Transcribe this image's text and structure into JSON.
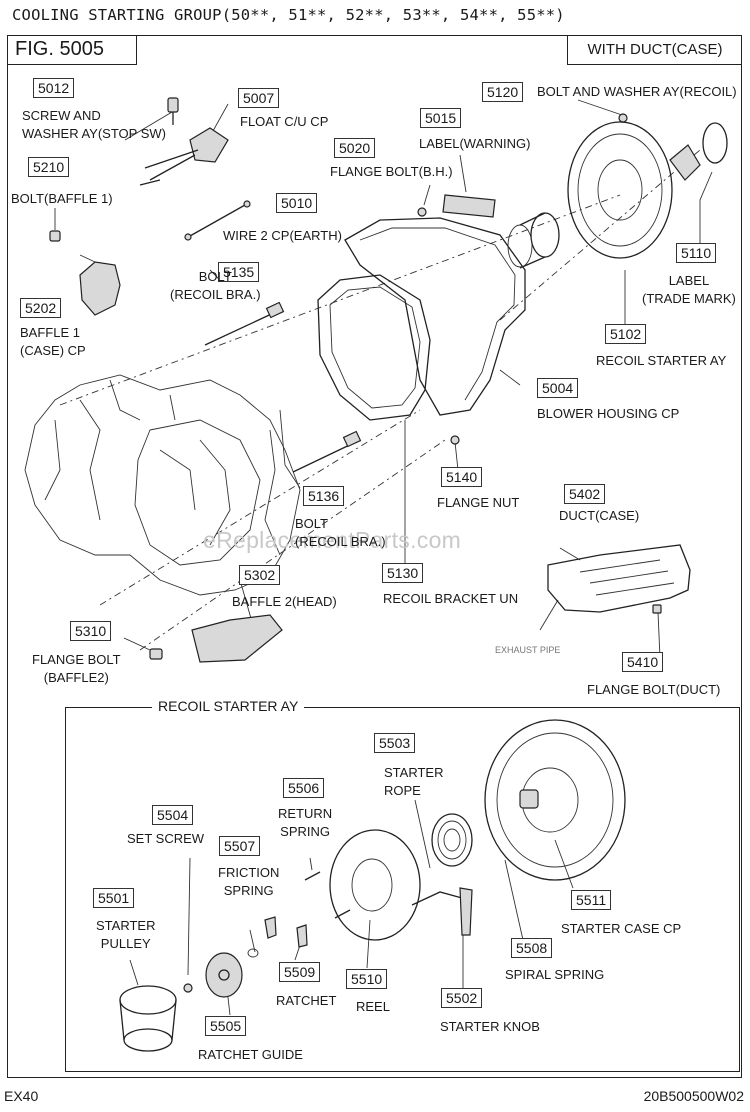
{
  "header": {
    "group_title": "COOLING STARTING GROUP(50**, 51**, 52**, 53**, 54**, 55**)",
    "figure": "FIG. 5005",
    "variant": "WITH DUCT(CASE)"
  },
  "footer": {
    "model": "EX40",
    "doc_code": "20B500500W02"
  },
  "watermark": "eReplacementParts.com",
  "exhaust_pipe_label": "EXHAUST PIPE",
  "inset_title": "RECOIL STARTER AY",
  "parts": {
    "p5012": {
      "number": "5012",
      "name": "SCREW AND\nWASHER AY(STOP SW)"
    },
    "p5007": {
      "number": "5007",
      "name": "FLOAT  C/U CP"
    },
    "p5210": {
      "number": "5210",
      "name": "BOLT(BAFFLE 1)"
    },
    "p5020": {
      "number": "5020",
      "name": "FLANGE BOLT(B.H.)"
    },
    "p5015": {
      "number": "5015",
      "name": "LABEL(WARNING)"
    },
    "p5120": {
      "number": "5120",
      "name": "BOLT AND WASHER AY(RECOIL)"
    },
    "p5010": {
      "number": "5010",
      "name": "WIRE  2 CP(EARTH)"
    },
    "p5135": {
      "number": "5135",
      "name": "BOLT\n(RECOIL BRA.)"
    },
    "p5202": {
      "number": "5202",
      "name": "BAFFLE 1\n(CASE) CP"
    },
    "p5110": {
      "number": "5110",
      "name": "LABEL\n(TRADE MARK)"
    },
    "p5102": {
      "number": "5102",
      "name": "RECOIL STARTER AY"
    },
    "p5004": {
      "number": "5004",
      "name": "BLOWER HOUSING CP"
    },
    "p5140": {
      "number": "5140",
      "name": "FLANGE NUT"
    },
    "p5136": {
      "number": "5136",
      "name": "BOLT\n(RECOIL BRA.)"
    },
    "p5402": {
      "number": "5402",
      "name": "DUCT(CASE)"
    },
    "p5302": {
      "number": "5302",
      "name": "BAFFLE 2(HEAD)"
    },
    "p5130": {
      "number": "5130",
      "name": "RECOIL BRACKET UN"
    },
    "p5310": {
      "number": "5310",
      "name": "FLANGE BOLT\n(BAFFLE2)"
    },
    "p5410": {
      "number": "5410",
      "name": "FLANGE BOLT(DUCT)"
    },
    "p5503": {
      "number": "5503",
      "name": "STARTER\nROPE"
    },
    "p5506": {
      "number": "5506",
      "name": "RETURN\nSPRING"
    },
    "p5504": {
      "number": "5504",
      "name": "SET SCREW"
    },
    "p5507": {
      "number": "5507",
      "name": "FRICTION\nSPRING"
    },
    "p5501": {
      "number": "5501",
      "name": "STARTER\nPULLEY"
    },
    "p5511": {
      "number": "5511",
      "name": "STARTER CASE CP"
    },
    "p5508": {
      "number": "5508",
      "name": "SPIRAL SPRING"
    },
    "p5509": {
      "number": "5509",
      "name": "RATCHET"
    },
    "p5510": {
      "number": "5510",
      "name": "REEL"
    },
    "p5502": {
      "number": "5502",
      "name": "STARTER KNOB"
    },
    "p5505": {
      "number": "5505",
      "name": "RATCHET GUIDE"
    }
  }
}
